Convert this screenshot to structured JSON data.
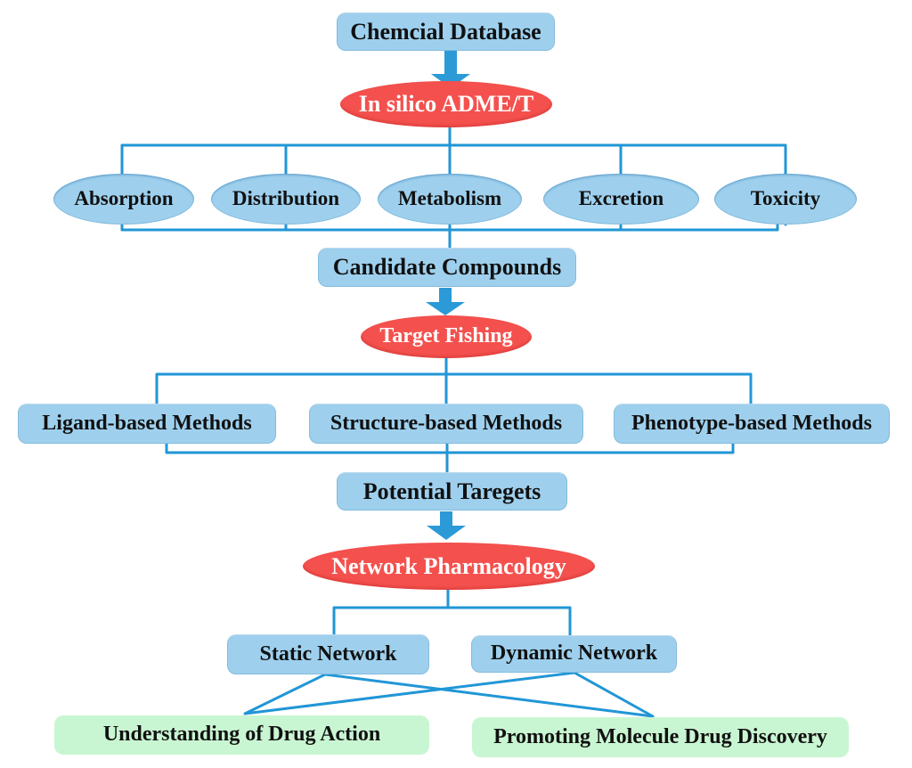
{
  "colors": {
    "node_blue": "#9ed0ee",
    "node_red": "#f4514e",
    "node_green": "#c9f6d2",
    "line_blue": "#2196d6",
    "arrow_blue": "#2b9ad7",
    "text_dark": "#111111",
    "text_light": "#ffffff"
  },
  "icons": {
    "down_arrow": "thick-down-arrow"
  },
  "flow": {
    "chemical_database": "Chemcial Database",
    "in_silico_admet": "In silico ADME/T",
    "adme": [
      "Absorption",
      "Distribution",
      "Metabolism",
      "Excretion",
      "Toxicity"
    ],
    "candidate_compounds": "Candidate Compounds",
    "target_fishing": "Target Fishing",
    "methods": [
      "Ligand-based Methods",
      "Structure-based Methods",
      "Phenotype-based Methods"
    ],
    "potential_targets": "Potential Taregets",
    "network_pharmacology": "Network Pharmacology",
    "networks": [
      "Static Network",
      "Dynamic Network"
    ],
    "outcomes": [
      "Understanding of Drug Action",
      "Promoting Molecule Drug Discovery"
    ]
  }
}
